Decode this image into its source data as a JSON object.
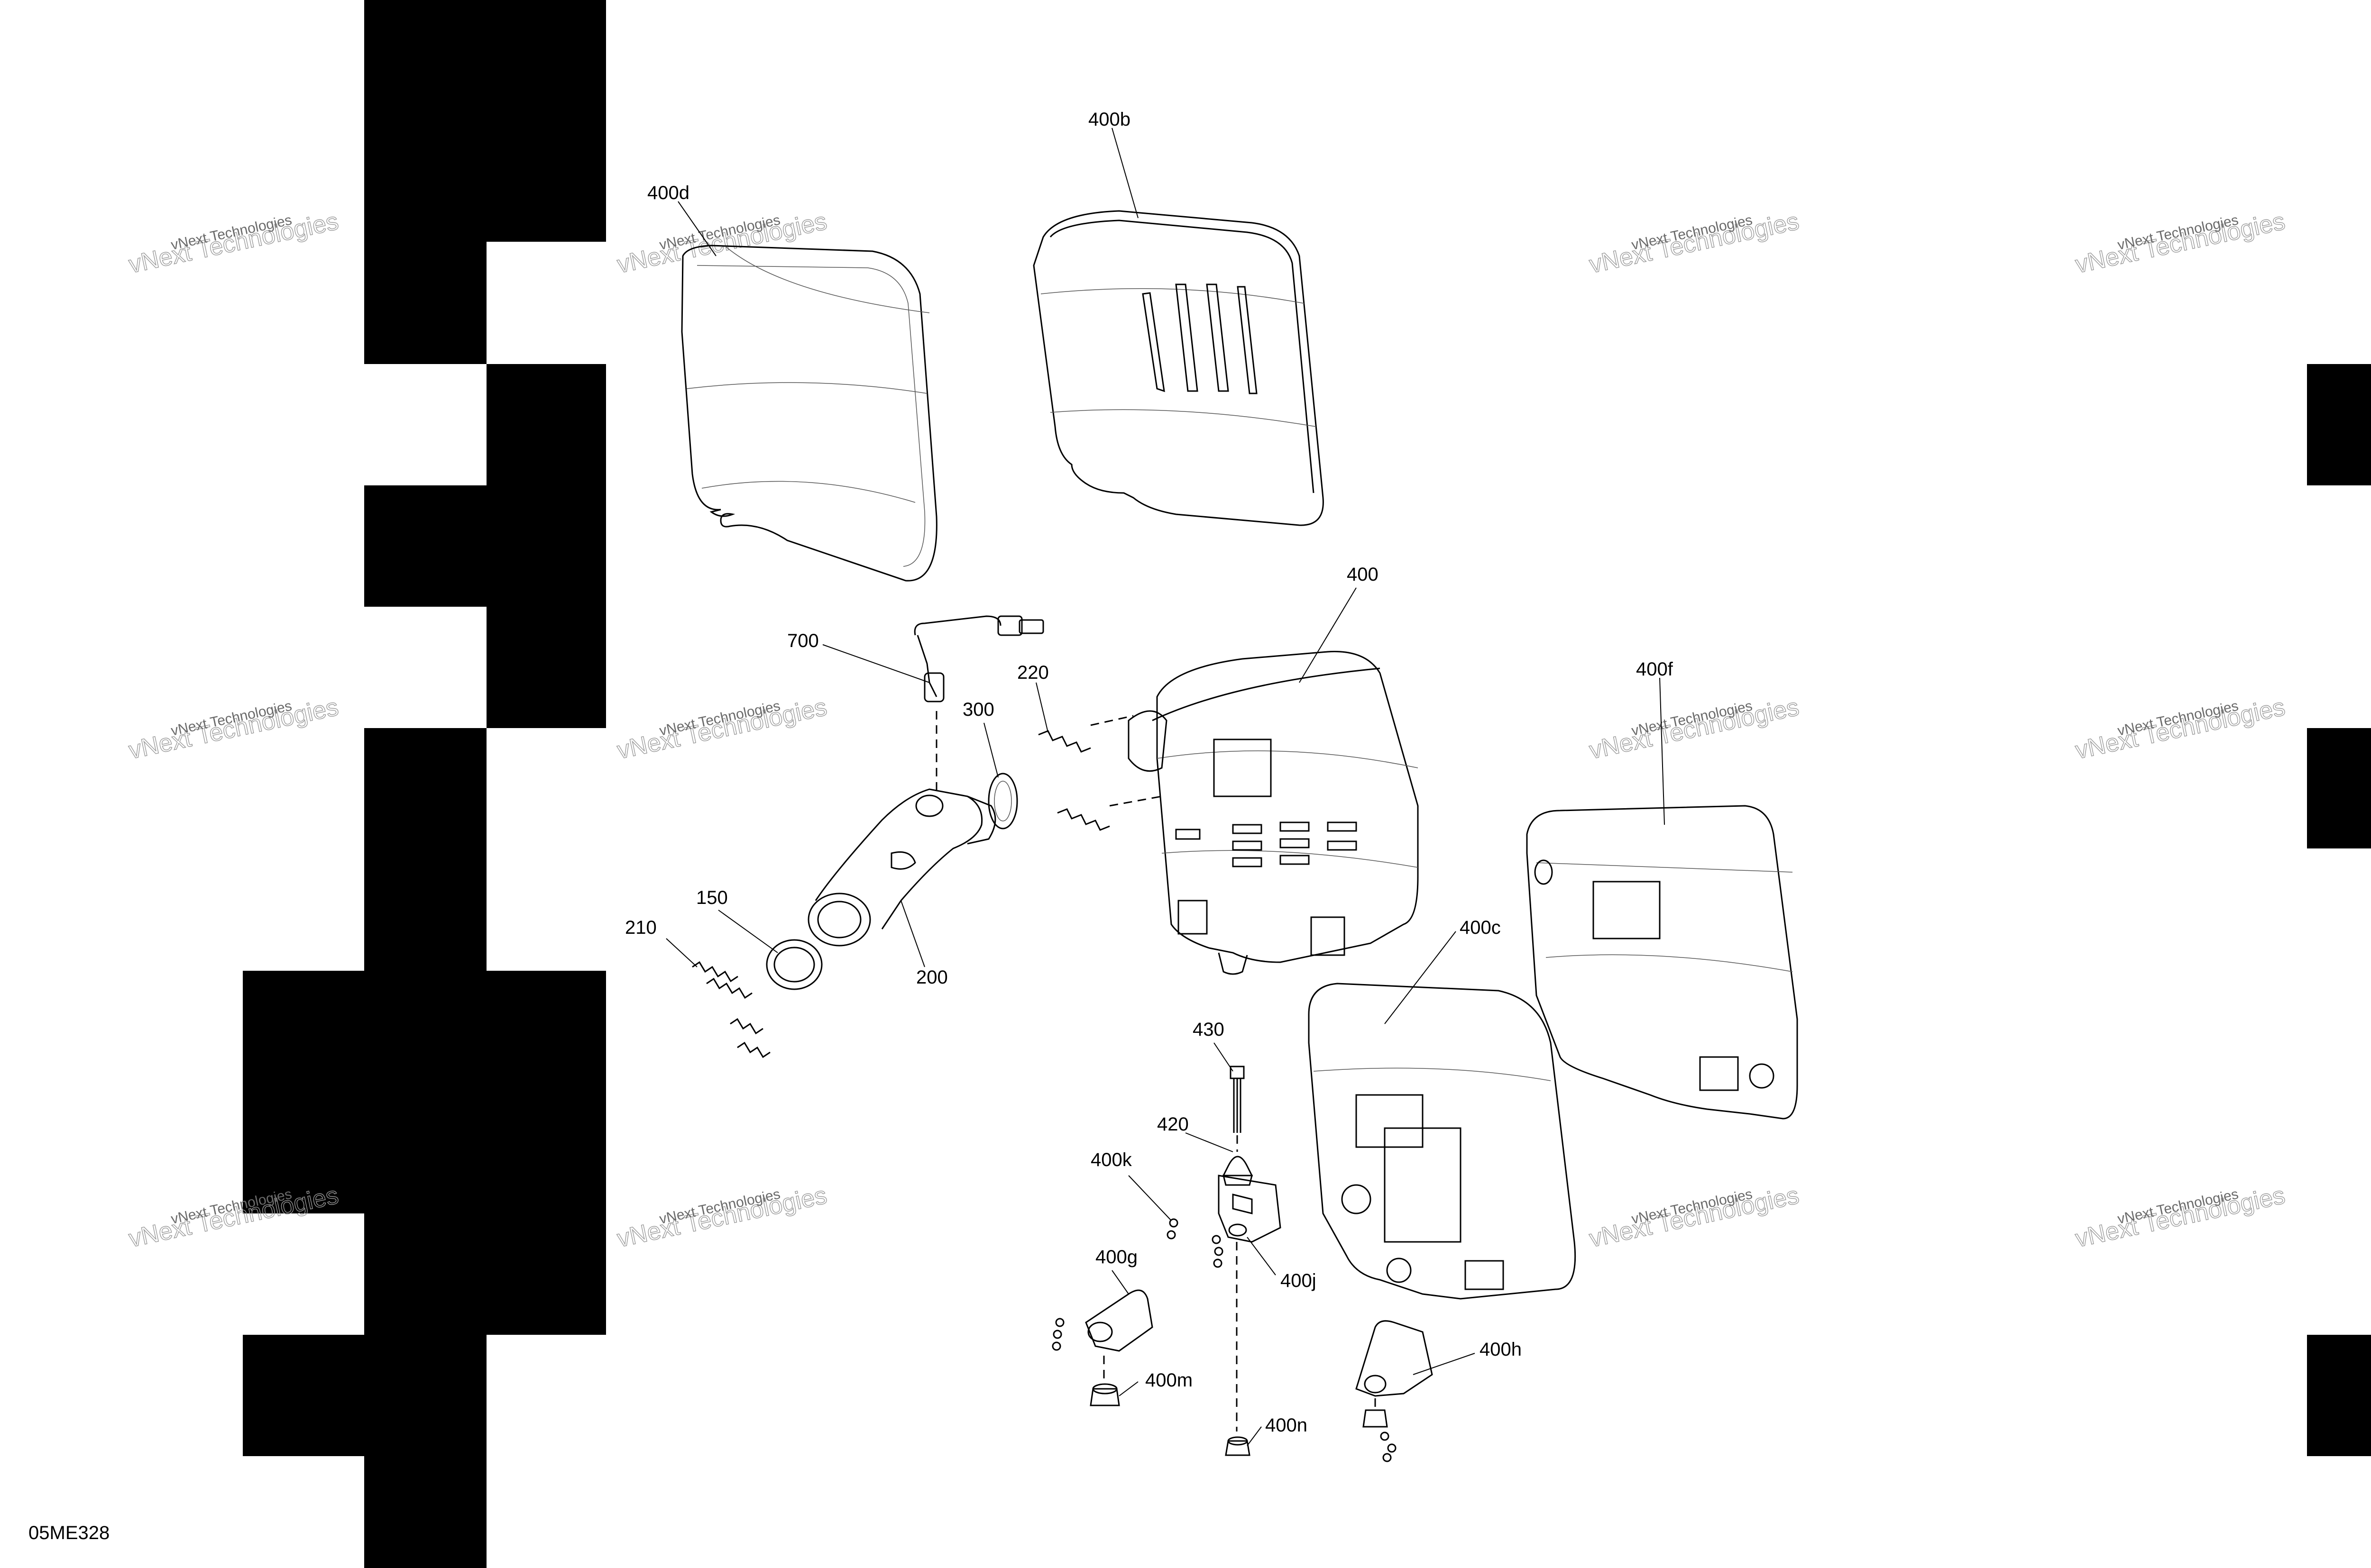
{
  "diagram": {
    "document_code": "05ME328",
    "watermark": {
      "line1": "vNext Technologies",
      "line2": "vNext Technologies"
    },
    "callouts": [
      "400d",
      "400b",
      "400",
      "700",
      "220",
      "300",
      "400f",
      "150",
      "210",
      "200",
      "400c",
      "430",
      "420",
      "400k",
      "400j",
      "400g",
      "400m",
      "400n",
      "400h"
    ]
  }
}
